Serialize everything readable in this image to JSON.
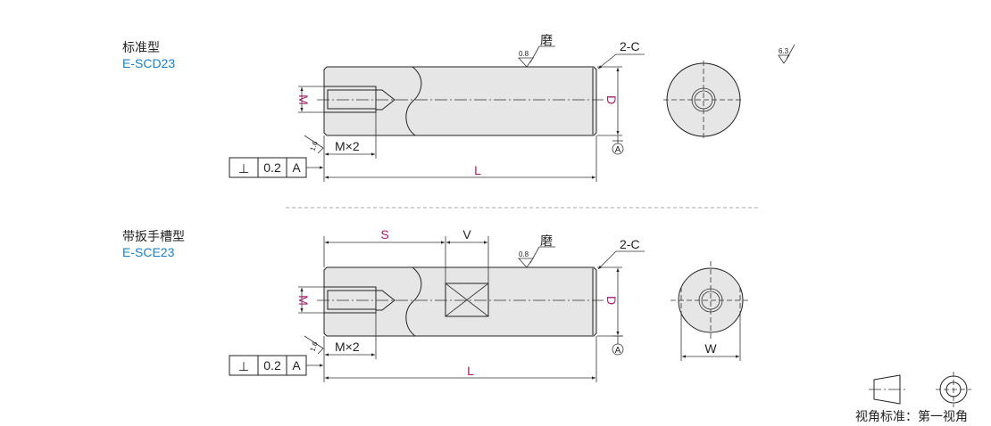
{
  "colors": {
    "dimension": "#a0206e",
    "model_code": "#1a7fc1",
    "part_fill": "#e6e6e6"
  },
  "variants": [
    {
      "type_label": "标准型",
      "model": "E-SCD23"
    },
    {
      "type_label": "带扳手槽型",
      "model": "E-SCE23"
    }
  ],
  "dims": {
    "M": "M",
    "D": "D",
    "L": "L",
    "S": "S",
    "V": "V",
    "W": "W",
    "M2": "M×2",
    "chamfer": "2-C",
    "datum": "A"
  },
  "surface": {
    "grind": "磨",
    "grind_ra": "0.8",
    "end_ra": "1.6",
    "general_ra": "6.3"
  },
  "tolerance_frame": {
    "symbol": "⊥",
    "value": "0.2",
    "datum": "A"
  },
  "projection": {
    "label": "视角标准：第一视角"
  }
}
